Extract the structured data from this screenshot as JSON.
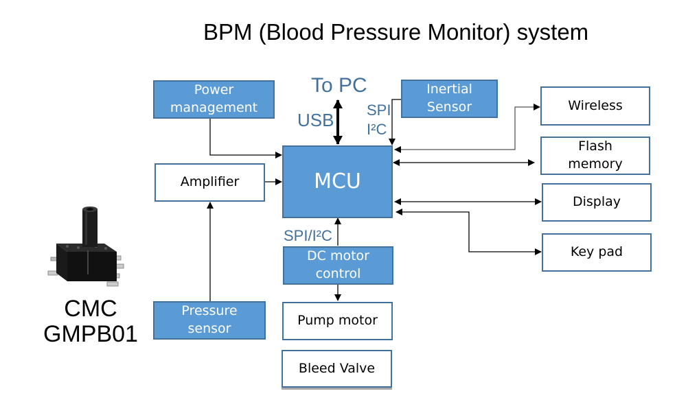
{
  "title": "BPM (Blood Pressure Monitor) system",
  "labels": {
    "to_pc": "To PC",
    "usb": "USB",
    "spi": "SPI",
    "i2c": "I²C",
    "spi_i2c": "SPI/I²C"
  },
  "blocks": {
    "power_management": "Power management",
    "inertial_sensor": "Inertial Sensor",
    "amplifier": "Amplifier",
    "mcu": "MCU",
    "dc_motor_control": "DC motor control",
    "pressure_sensor": "Pressure sensor",
    "pump_motor": "Pump motor",
    "bleed_valve": "Bleed Valve",
    "wireless": "Wireless",
    "flash_memory": "Flash memory",
    "display": "Display",
    "key_pad": "Key pad"
  },
  "sensor_part": {
    "line1": "CMC",
    "line2": "GMPB01"
  },
  "colors": {
    "block_fill": "#5b9bd5",
    "block_border": "#41719c",
    "label_text": "#41719c"
  }
}
